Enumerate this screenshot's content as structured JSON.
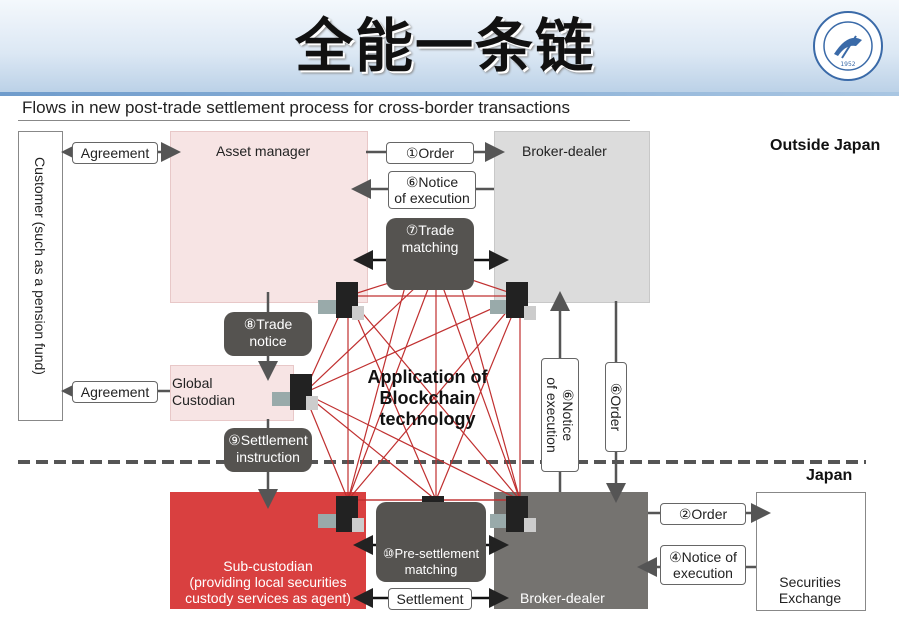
{
  "header": {
    "title": "全能一条链"
  },
  "subtitle": "Flows in new post-trade settlement process for cross-border transactions",
  "regions": {
    "outside": "Outside Japan",
    "inside": "Japan"
  },
  "customer": "Customer (such as a pension fund)",
  "asset_manager": "Asset manager",
  "broker_dealer_outside": "Broker-dealer",
  "global_custodian": [
    "Global",
    "Custodian"
  ],
  "sub_custodian": [
    "Sub-custodian",
    "(providing local securities",
    "custody services as agent)"
  ],
  "broker_dealer_japan": "Broker-dealer",
  "securities_exchange": [
    "Securities",
    "Exchange"
  ],
  "center": [
    "Application of",
    "Blockchain",
    "technology"
  ],
  "flows": {
    "agreement_top": "Agreement",
    "agreement_bottom": "Agreement",
    "order1": "①Order",
    "notice6": [
      "⑥Notice",
      "of execution"
    ],
    "trade_matching7": [
      "⑦Trade",
      "matching"
    ],
    "trade_notice8": [
      "⑧Trade",
      "notice"
    ],
    "settlement_instruction9": [
      "⑨Settlement",
      "instruction"
    ],
    "notice_vertical": [
      "⑥Notice",
      "of execution"
    ],
    "order_vertical": "⑥Order",
    "order2": "②Order",
    "notice4": [
      "④Notice of",
      "execution"
    ],
    "pre_settlement10": [
      "⑩Pre-settlement",
      "matching"
    ],
    "settlement": "Settlement"
  },
  "colors": {
    "sub_custodian": "#d94040",
    "broker_japan": "#757370",
    "broker_outside": "#dcdcdc",
    "asset_manager": "#f7e4e4",
    "network_line": "#c03030"
  }
}
